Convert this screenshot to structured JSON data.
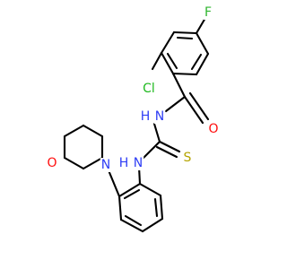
{
  "colors": {
    "bond": "#000000",
    "carbon": "#000000",
    "nitrogen": "#2e3df5",
    "oxygen": "#ff0d0d",
    "sulfur": "#b5a400",
    "chlorine": "#1fb91f",
    "fluorine": "#2fb52f",
    "background": "#ffffff"
  },
  "atoms": [
    {
      "label": "F",
      "element": "fluorine"
    },
    {
      "label": "Cl",
      "element": "chlorine"
    },
    {
      "label": "O",
      "element": "oxygen"
    },
    {
      "label": "N",
      "element": "nitrogen"
    },
    {
      "label": "H",
      "element": "nitrogen"
    },
    {
      "label": "N",
      "element": "nitrogen"
    },
    {
      "label": "H",
      "element": "nitrogen"
    },
    {
      "label": "S",
      "element": "sulfur"
    },
    {
      "label": "O",
      "element": "oxygen"
    },
    {
      "label": "N",
      "element": "nitrogen"
    }
  ]
}
